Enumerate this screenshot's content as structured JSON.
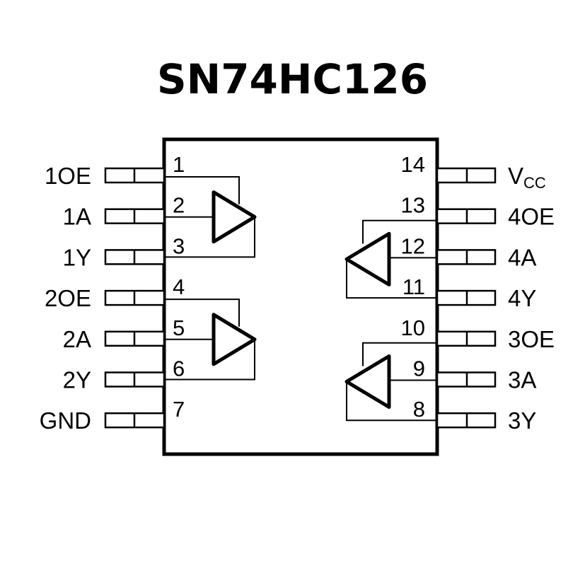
{
  "title": "SN74HC126",
  "package": {
    "left_pins": [
      {
        "number": "1",
        "name": "1OE"
      },
      {
        "number": "2",
        "name": "1A"
      },
      {
        "number": "3",
        "name": "1Y"
      },
      {
        "number": "4",
        "name": "2OE"
      },
      {
        "number": "5",
        "name": "2A"
      },
      {
        "number": "6",
        "name": "2Y"
      },
      {
        "number": "7",
        "name": "GND"
      }
    ],
    "right_pins": [
      {
        "number": "14",
        "name": "V",
        "sub": "CC"
      },
      {
        "number": "13",
        "name": "4OE"
      },
      {
        "number": "12",
        "name": "4A"
      },
      {
        "number": "11",
        "name": "4Y"
      },
      {
        "number": "10",
        "name": "3OE"
      },
      {
        "number": "9",
        "name": "3A"
      },
      {
        "number": "8",
        "name": "3Y"
      }
    ],
    "buffers": [
      {
        "name": "buffer-1",
        "direction": "right",
        "enable_pin": "1",
        "input_pin": "2",
        "output_pin": "3"
      },
      {
        "name": "buffer-2",
        "direction": "right",
        "enable_pin": "4",
        "input_pin": "5",
        "output_pin": "6"
      },
      {
        "name": "buffer-4",
        "direction": "left",
        "enable_pin": "13",
        "input_pin": "12",
        "output_pin": "11"
      },
      {
        "name": "buffer-3",
        "direction": "left",
        "enable_pin": "10",
        "input_pin": "9",
        "output_pin": "8"
      }
    ]
  }
}
